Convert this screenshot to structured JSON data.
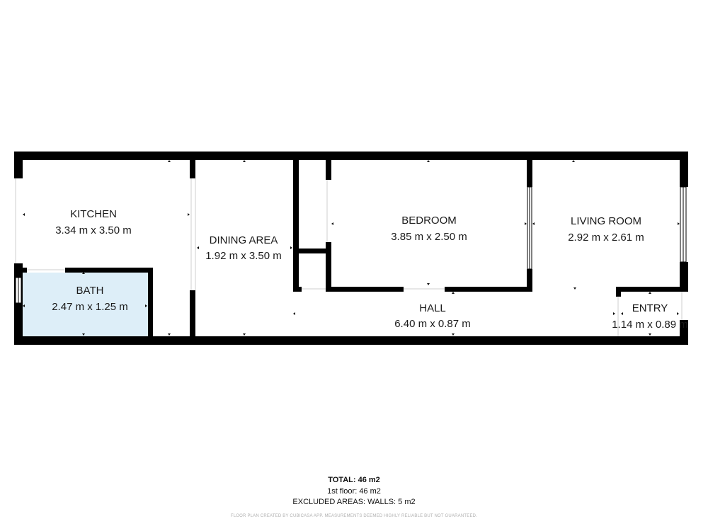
{
  "rooms": {
    "kitchen": {
      "name": "KITCHEN",
      "dims": "3.34 m x 3.50 m"
    },
    "dining": {
      "name": "DINING AREA",
      "dims": "1.92 m x 3.50 m"
    },
    "bath": {
      "name": "BATH",
      "dims": "2.47 m x 1.25 m"
    },
    "bedroom": {
      "name": "BEDROOM",
      "dims": "3.85 m x 2.50 m"
    },
    "living": {
      "name": "LIVING ROOM",
      "dims": "2.92 m x 2.61 m"
    },
    "hall": {
      "name": "HALL",
      "dims": "6.40 m x 0.87 m"
    },
    "entry": {
      "name": "ENTRY",
      "dims": "1.14 m x 0.89 m"
    }
  },
  "summary": {
    "total": "TOTAL: 46 m2",
    "floor": "1st floor: 46 m2",
    "excluded": "EXCLUDED AREAS: WALLS: 5 m2",
    "disclaimer": "FLOOR PLAN CREATED BY CUBICASA APP. MEASUREMENTS DEEMED HIGHLY RELIABLE BUT NOT GUARANTEED."
  },
  "colors": {
    "wall": "#000000",
    "bath_fill": "#ddeef8",
    "window": "#ffffff"
  }
}
